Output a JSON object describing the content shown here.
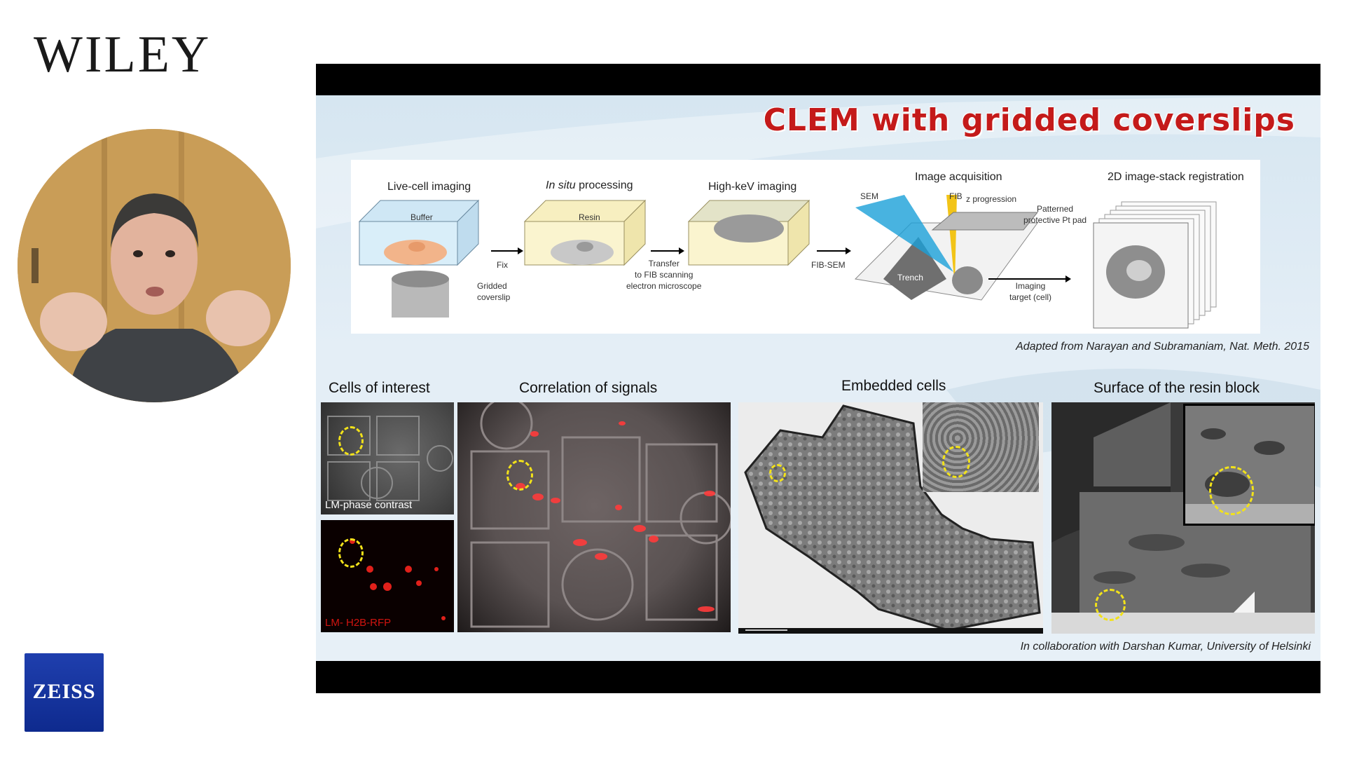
{
  "branding": {
    "publisher_logo": "WILEY",
    "sponsor_logo": "ZEISS"
  },
  "speaker": {
    "video_feed": "speaker-webcam"
  },
  "slide": {
    "title": "CLEM with gridded coverslips",
    "workflow": {
      "steps": [
        {
          "label": "Live-cell imaging"
        },
        {
          "label_italic": "In situ",
          "label": " processing"
        },
        {
          "label": "High-keV imaging"
        },
        {
          "label": "Image acquisition"
        },
        {
          "label": "2D image-stack registration"
        }
      ],
      "annotations": {
        "buffer": "Buffer",
        "resin": "Resin",
        "fix": "Fix",
        "gridded_coverslip": "Gridded\ncoverslip",
        "transfer": "Transfer\nto FIB scanning\nelectron microscope",
        "fib_sem": "FIB-SEM",
        "sem": "SEM",
        "fib": "FIB",
        "z_progression": "z progression",
        "patterned_pad": "Patterned\nprotective Pt pad",
        "trench": "Trench",
        "imaging_target": "Imaging\ntarget (cell)"
      }
    },
    "source_credit": "Adapted from Narayan and Subramaniam, Nat. Meth. 2015",
    "panels": [
      {
        "title": "Cells of interest"
      },
      {
        "title": "Correlation of signals"
      },
      {
        "title": "Embedded cells"
      },
      {
        "title": "Surface of the resin block"
      }
    ],
    "image_labels": {
      "phase": "LM-phase contrast",
      "rfp": "LM- H2B-RFP"
    },
    "collab_credit": "In collaboration with Darshan Kumar, University of Helsinki"
  },
  "colors": {
    "title_red": "#c41a1a",
    "circle_yellow": "#f2e21a",
    "zeiss_blue": "#1f3fae"
  }
}
